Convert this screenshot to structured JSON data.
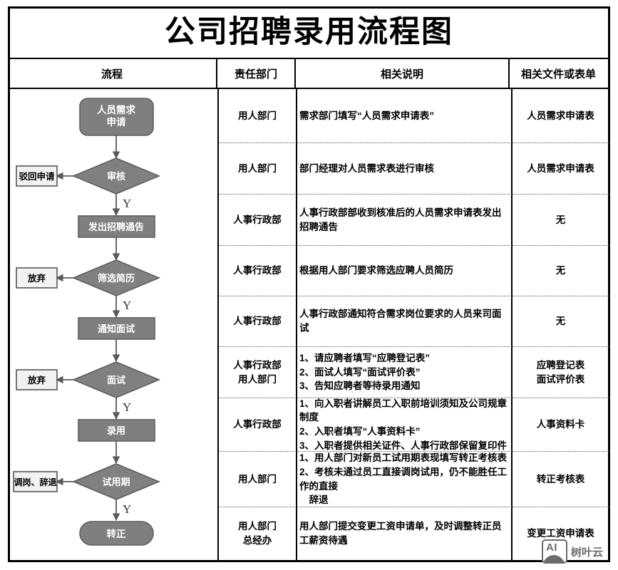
{
  "title": "公司招聘录用流程图",
  "table": {
    "headers": [
      "流程",
      "责任部门",
      "相关说明",
      "相关文件或表单"
    ],
    "rows": [
      {
        "dept": [
          "用人部门"
        ],
        "desc": [
          "需求部门填写“人员需求申请表”"
        ],
        "doc": [
          "人员需求申请表"
        ]
      },
      {
        "dept": [
          "用人部门"
        ],
        "desc": [
          "部门经理对人员需求表进行审核"
        ],
        "doc": [
          "人员需求申请表"
        ]
      },
      {
        "dept": [
          "人事行政部"
        ],
        "desc": [
          "人事行政部部收到核准后的人员需求申请表发出招聘通告"
        ],
        "doc": [
          "无"
        ]
      },
      {
        "dept": [
          "人事行政部"
        ],
        "desc": [
          "根据用人部门要求筛选应聘人员简历"
        ],
        "doc": [
          "无"
        ]
      },
      {
        "dept": [
          "人事行政部"
        ],
        "desc": [
          "人事行政部通知符合需求岗位要求的人员来司面试"
        ],
        "doc": [
          "无"
        ]
      },
      {
        "dept": [
          "人事行政部",
          "用人部门"
        ],
        "desc": [
          "1、请应聘者填写“应聘登记表”",
          "2、面试人填写“面试评价表”",
          "3、告知应聘者等待录用通知"
        ],
        "doc": [
          "应聘登记表",
          "面试评价表"
        ]
      },
      {
        "dept": [
          "人事行政部"
        ],
        "desc": [
          "1、向入职者讲解员工入职前培训须知及公司规章制度",
          "2、入职者填写“人事资料卡”",
          "3、入职者提供相关证件、人事行政部保留复印件"
        ],
        "doc": [
          "人事资料卡"
        ]
      },
      {
        "dept": [
          "用人部门"
        ],
        "desc": [
          "1、用人部门对新员工试用期表现填写转正考核表",
          "2、考核未通过员工直接调岗试用，仍不能胜任工作的直接",
          "　辞退"
        ],
        "doc": [
          "转正考核表"
        ]
      },
      {
        "dept": [
          "用人部门",
          "总经办"
        ],
        "desc": [
          "用人部门提交变更工资申请单，及时调整转正员工薪资待遇"
        ],
        "doc": [
          "变更工资申请表"
        ]
      }
    ]
  },
  "flowchart": {
    "type": "flowchart",
    "node_fill": "#7f7f7f",
    "node_fill_decision": "#808080",
    "node_text_color": "#ffffff",
    "side_box_fill": "#f2f2f2",
    "side_box_text_color": "#000000",
    "connector_color": "#595959",
    "nodes": [
      {
        "id": "n1",
        "shape": "rounded-rect",
        "label": "人员需求\n申请",
        "line1": "人员需求",
        "line2": "申请"
      },
      {
        "id": "n2",
        "shape": "diamond",
        "label": "审核"
      },
      {
        "id": "n3",
        "shape": "rect",
        "label": "发出招聘通告"
      },
      {
        "id": "n4",
        "shape": "diamond",
        "label": "筛选简历"
      },
      {
        "id": "n5",
        "shape": "rect",
        "label": "通知面试"
      },
      {
        "id": "n6",
        "shape": "diamond",
        "label": "面试"
      },
      {
        "id": "n7",
        "shape": "rect",
        "label": "录用"
      },
      {
        "id": "n8",
        "shape": "diamond",
        "label": "试用期"
      },
      {
        "id": "n9",
        "shape": "stadium",
        "label": "转正"
      }
    ],
    "side_boxes": [
      {
        "id": "s1",
        "label": "驳回申请",
        "from": "n2"
      },
      {
        "id": "s2",
        "label": "放弃",
        "from": "n4"
      },
      {
        "id": "s3",
        "label": "放弃",
        "from": "n6"
      },
      {
        "id": "s4",
        "label": "调岗、辞退",
        "from": "n8"
      }
    ],
    "edge_labels": [
      "Y",
      "Y",
      "Y",
      "Y"
    ]
  },
  "watermark": {
    "badge": "AI",
    "text": "树叶云"
  }
}
